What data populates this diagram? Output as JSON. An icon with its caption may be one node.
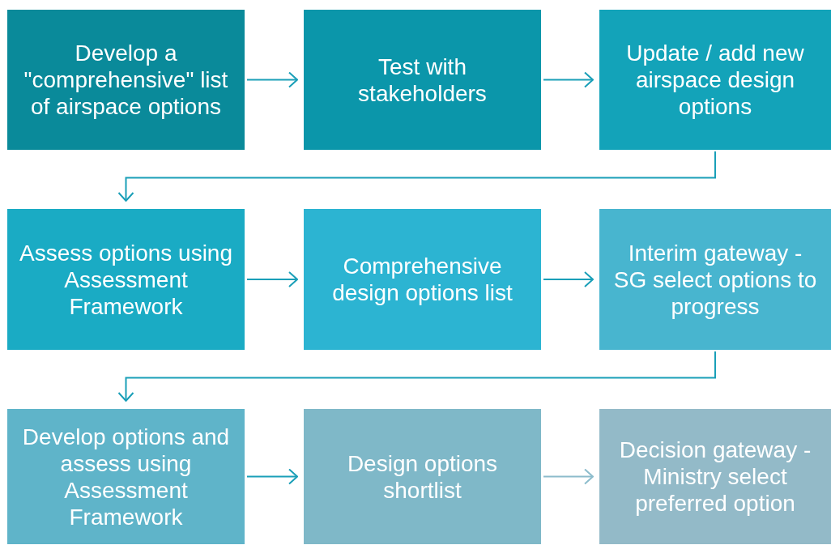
{
  "diagram": {
    "nodes": [
      {
        "text": [
          "Develop a \"comprehensive\" list of airspace options"
        ]
      },
      {
        "text": [
          "Test with stakeholders"
        ]
      },
      {
        "text": [
          "Update / add new airspace design options"
        ]
      },
      {
        "text": [
          "Assess options using Assessment Framework"
        ]
      },
      {
        "text": [
          "Comprehensive design options list"
        ]
      },
      {
        "text": [
          "Interim gateway - SG select options to progress"
        ]
      },
      {
        "text": [
          "Develop options and assess using Assessment Framework"
        ]
      },
      {
        "text": [
          "Design options shortlist"
        ]
      },
      {
        "text": [
          "Decision gateway - Ministry select preferred option"
        ]
      }
    ],
    "edges": [
      {
        "from": 0,
        "to": 1,
        "arrow": "to"
      },
      {
        "from": 1,
        "to": 2,
        "arrow": "to"
      },
      {
        "from": 2,
        "to": 3,
        "arrow": "to"
      },
      {
        "from": 3,
        "to": 4,
        "arrow": "to"
      },
      {
        "from": 4,
        "to": 5,
        "arrow": "to"
      },
      {
        "from": 5,
        "to": 6,
        "arrow": "to"
      },
      {
        "from": 6,
        "to": 7,
        "arrow": "to"
      },
      {
        "from": 7,
        "to": 8,
        "arrow": "to",
        "color": "#8cbccc"
      }
    ]
  }
}
